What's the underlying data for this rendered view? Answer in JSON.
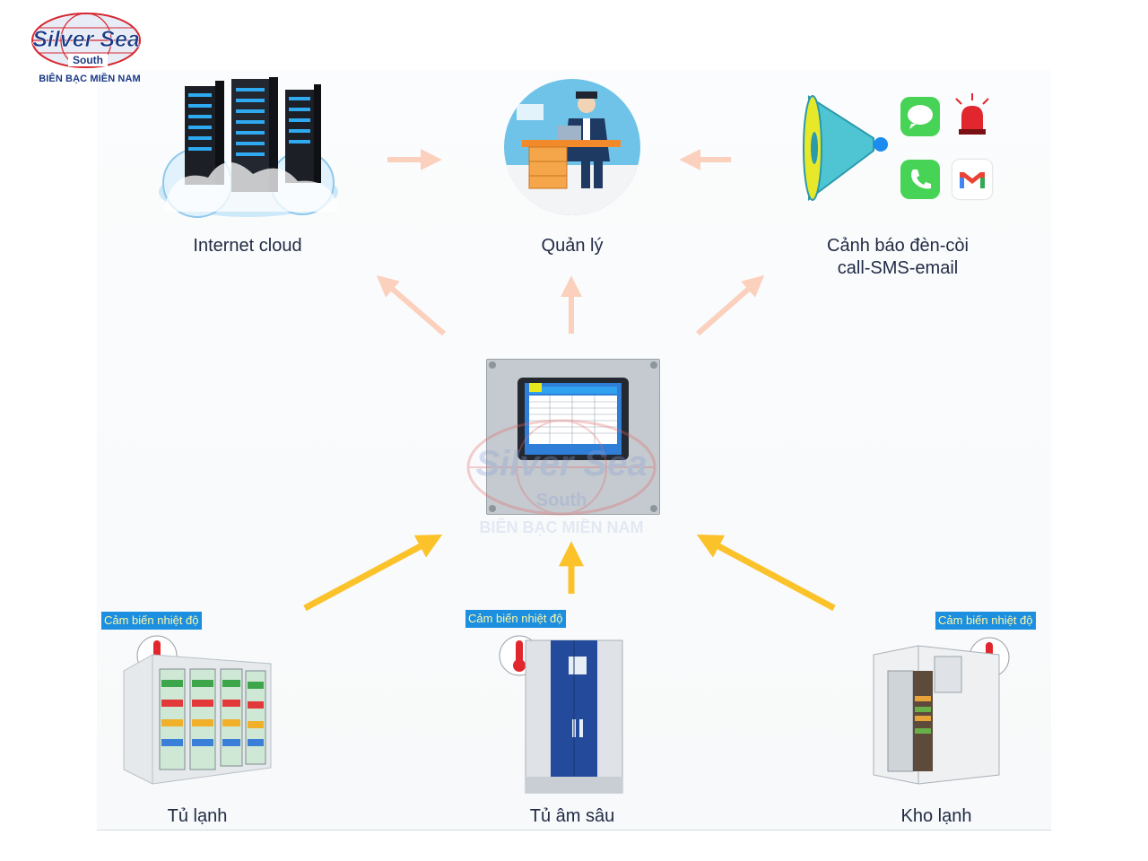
{
  "brand": {
    "name": "Silver Sea",
    "sub": "South",
    "tagline": "BIÊN BẠC MIỀN NAM"
  },
  "top_nodes": {
    "cloud": "Internet cloud",
    "manager": "Quản lý",
    "alerts": [
      "Cảnh báo đèn-còi",
      "call-SMS-email"
    ]
  },
  "center": {
    "device": "controller-panel",
    "watermark_tagline": "BIÊN BẠC MIỀN NAM"
  },
  "sensor_tag": "Cảm biến nhiệt độ",
  "bottom_nodes": [
    "Tủ lạnh",
    "Tủ âm sâu",
    "Kho lạnh"
  ],
  "colors": {
    "up_arrow": "#fbc22a",
    "out_arrow": "#fbd0bd",
    "brand": "#1a3a86",
    "accent": "#d8262f"
  }
}
